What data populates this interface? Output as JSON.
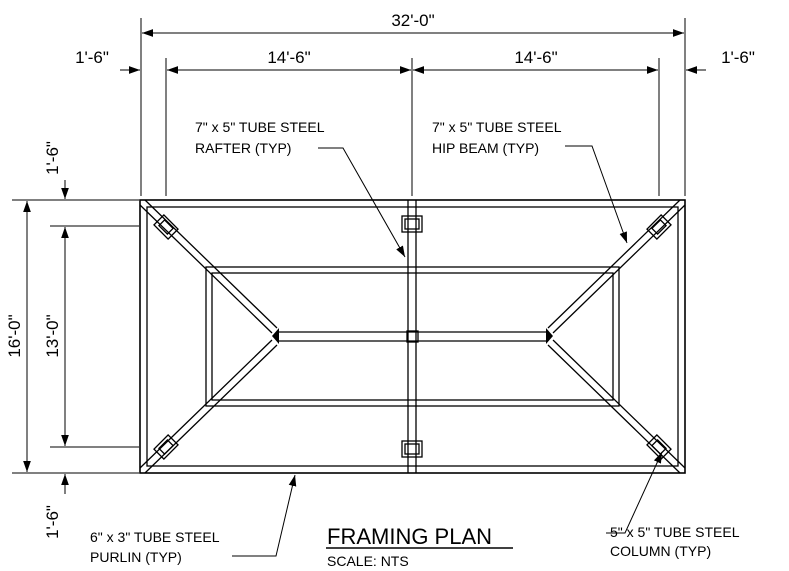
{
  "dimensions": {
    "overall_width": "32'-0\"",
    "left_overhang": "1'-6\"",
    "left_bay": "14'-6\"",
    "right_bay": "14'-6\"",
    "right_overhang": "1'-6\"",
    "overall_depth": "16'-0\"",
    "top_overhang": "1'-6\"",
    "inner_depth": "13'-0\"",
    "bottom_overhang": "1'-6\""
  },
  "callouts": {
    "rafter_line1": "7\" x 5\" TUBE STEEL",
    "rafter_line2": "RAFTER (TYP)",
    "hip_line1": "7\" x 5\" TUBE STEEL",
    "hip_line2": "HIP BEAM (TYP)",
    "purlin_line1": "6\" x 3\" TUBE STEEL",
    "purlin_line2": "PURLIN (TYP)",
    "column_line1": "5\" x 5\" TUBE STEEL",
    "column_line2": "COLUMN (TYP)"
  },
  "title": {
    "main": "FRAMING PLAN",
    "scale": "SCALE: NTS"
  }
}
